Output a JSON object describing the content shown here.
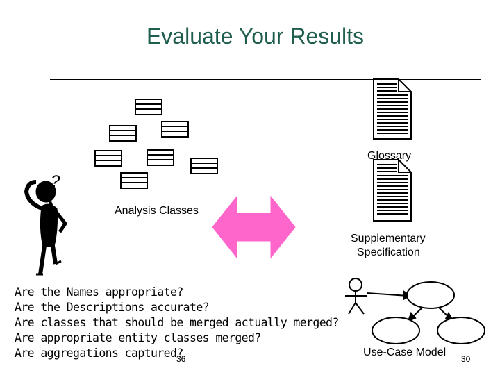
{
  "slide": {
    "title": "Evaluate Your Results",
    "analysis_classes_label": "Analysis Classes",
    "glossary_label": "Glossary",
    "supplementary_label_line1": "Supplementary",
    "supplementary_label_line2": "Specification",
    "use_case_model_label": "Use-Case Model",
    "questions": [
      "Are the Names appropriate?",
      "Are the Descriptions accurate?",
      "Are classes that should be merged actually merged?",
      "Are appropriate entity classes merged?",
      "Are aggregations captured?"
    ],
    "footer_left_number": "36",
    "footer_right_number": "30",
    "question_mark": "?"
  },
  "colors": {
    "title": "#1f5e4f",
    "arrow": "#ff66cc"
  },
  "icons": {
    "class-box": "class-box-icon",
    "document": "document-icon",
    "thinking-figure": "thinking-figure-icon",
    "double-arrow": "double-arrow-icon",
    "actor": "actor-icon",
    "use-case": "use-case-icon"
  }
}
